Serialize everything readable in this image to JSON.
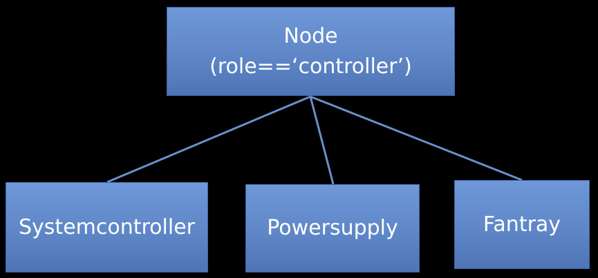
{
  "diagram": {
    "root": {
      "title": "Node",
      "subtitle": "(role==‘controller’)"
    },
    "children": [
      {
        "label": "Systemcontroller"
      },
      {
        "label": "Powersupply"
      },
      {
        "label": "Fantray"
      }
    ],
    "colors": {
      "background": "#000000",
      "box_fill": "#6390d2",
      "box_border": "#3f64a8",
      "connector": "#6b8fc9",
      "text": "#ffffff"
    }
  }
}
